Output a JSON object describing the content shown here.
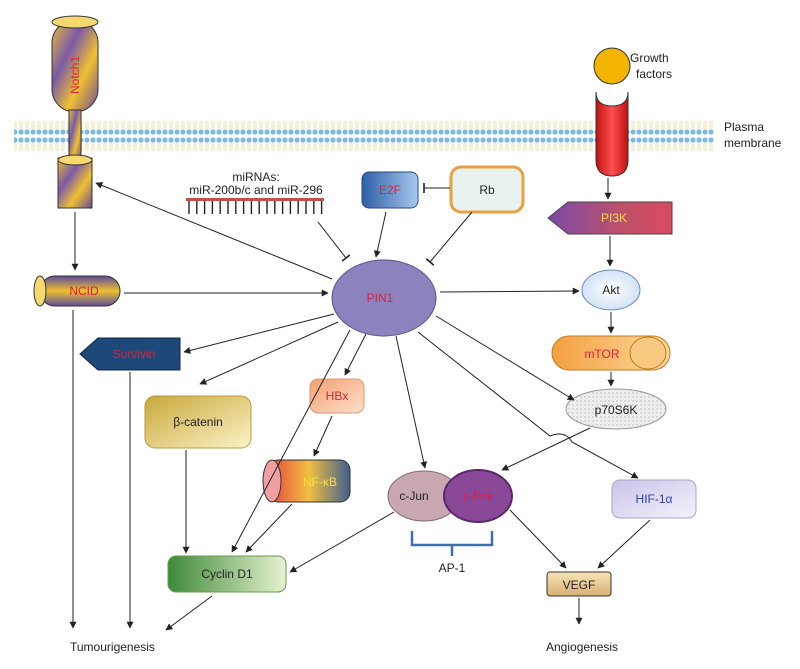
{
  "labels": {
    "notch1": "Notch1",
    "growth_factors_line1": "Growth",
    "growth_factors_line2": "factors",
    "plasma_line1": "Plasma",
    "plasma_line2": "membrane",
    "mirnas_line1": "miRNAs:",
    "mirnas_line2": "miR-200b/c and miR-296",
    "e2f": "E2F",
    "rb": "Rb",
    "pi3k": "PI3K",
    "ncid": "NCID",
    "pin1": "PIN1",
    "akt": "Akt",
    "survivin": "Survivin",
    "mtor": "mTOR",
    "hbx": "HBx",
    "beta_catenin": "β-catenin",
    "p70s6k": "p70S6K",
    "nfkb": "NF-κB",
    "c_jun": "c-Jun",
    "c_fos": "c-Fos",
    "hif1a": "HIF-1α",
    "ap1": "AP-1",
    "vegf": "VEGF",
    "cyclin_d1": "Cyclin D1",
    "tumourigenesis": "Tumourigenesis",
    "angiogenesis": "Angiogenesis"
  },
  "colors": {
    "label_red": "#e0203a",
    "label_yellow": "#f4e040",
    "pin1_fill": "#8c82bd",
    "membrane_head": "#7fb8e0",
    "arrow": "#222222",
    "rb_border": "#e8a040",
    "ap1_bracket": "#3f6fb0"
  }
}
